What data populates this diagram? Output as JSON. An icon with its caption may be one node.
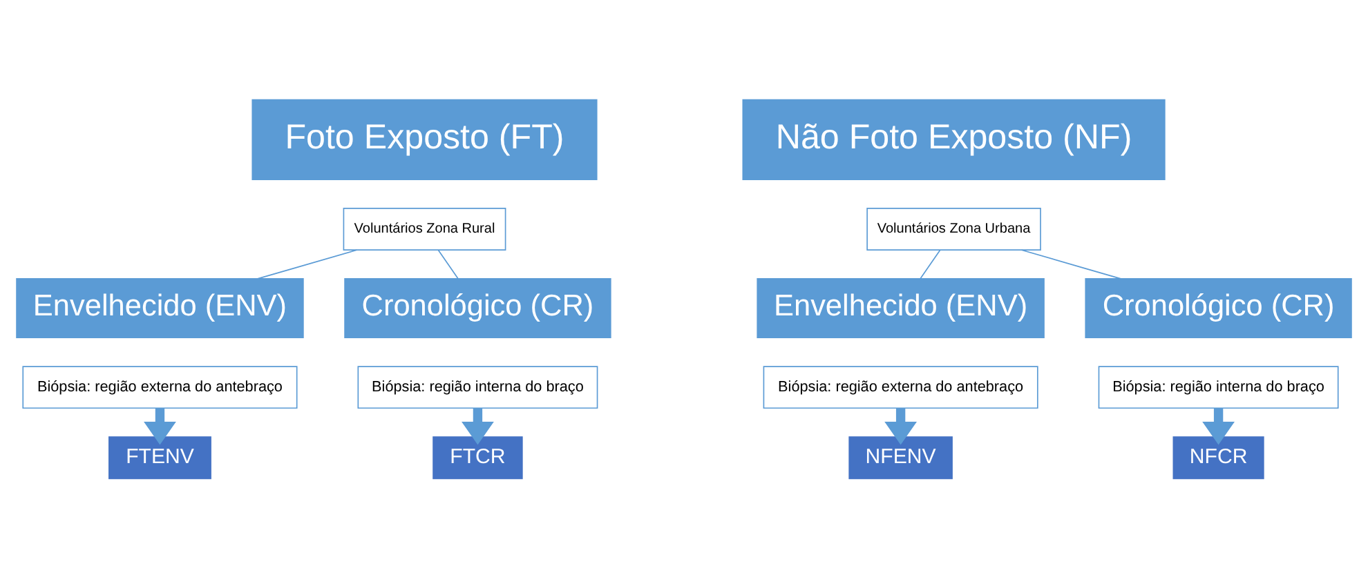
{
  "diagram": {
    "nodes": [
      {
        "text": [
          "Foto Exposto (FT)"
        ]
      },
      {
        "text": [
          "Voluntários Zona Rural"
        ]
      },
      {
        "text": [
          "Envelhecido (ENV)"
        ]
      },
      {
        "text": [
          "Biópsia: região externa do antebraço"
        ]
      },
      {
        "text": [
          "Cronológico (CR)"
        ]
      },
      {
        "text": [
          "Biópsia: região interna do braço"
        ]
      },
      {
        "text": [
          "FTENV"
        ]
      },
      {
        "text": [
          "FTCR"
        ]
      },
      {
        "text": [
          "Não Foto Exposto (NF)"
        ]
      },
      {
        "text": [
          "Voluntários Zona Urbana"
        ]
      },
      {
        "text": [
          "Envelhecido (ENV)"
        ]
      },
      {
        "text": [
          "Biópsia: região externa do antebraço"
        ]
      },
      {
        "text": [
          "Cronológico (CR)"
        ]
      },
      {
        "text": [
          "Biópsia: região interna do braço"
        ]
      },
      {
        "text": [
          "NFENV"
        ]
      },
      {
        "text": [
          "NFCR"
        ]
      }
    ],
    "edges": [
      {
        "from": 1,
        "to": 2,
        "arrow": "none"
      },
      {
        "from": 1,
        "to": 4,
        "arrow": "none"
      },
      {
        "from": 3,
        "to": 6,
        "arrow": "to",
        "style": "thick"
      },
      {
        "from": 5,
        "to": 7,
        "arrow": "to",
        "style": "thick"
      },
      {
        "from": 9,
        "to": 10,
        "arrow": "none"
      },
      {
        "from": 9,
        "to": 12,
        "arrow": "none"
      },
      {
        "from": 11,
        "to": 14,
        "arrow": "to",
        "style": "thick"
      },
      {
        "from": 13,
        "to": 15,
        "arrow": "to",
        "style": "thick"
      }
    ]
  }
}
